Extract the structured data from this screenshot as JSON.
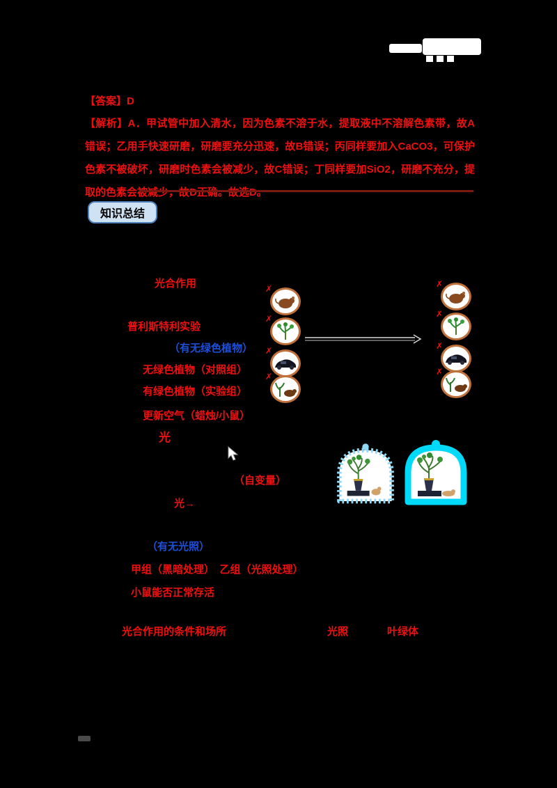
{
  "colors": {
    "background": "#000000",
    "accent_red": "#ec1010",
    "accent_blue": "#1d50d8",
    "underline_maroon": "#7b180f",
    "circle_border": "#c0703a",
    "jar_solid_cyan": "#00d9f7",
    "jar_dashed_blue": "#8fd9f5",
    "button_bg": "#cfe2f3",
    "button_border": "#4f81bd"
  },
  "answer": {
    "label": "【答案】D"
  },
  "analysis": {
    "text": "【解析】A．甲试管中加入清水，因为色素不溶于水，提取液中不溶解色素带，故A错误；乙用手快速研磨，研磨要充分迅速，故B错误；丙同样要加入CaCO3，可保护色素不被破坏，研磨时色素会被减少，故C错误；丁同样要加SiO2，研磨不充分，提取的色素会被减少，故D正确。故选D。"
  },
  "summary_button": {
    "label": "知识总结"
  },
  "diagram": {
    "title": "光合作用",
    "experiment1": {
      "name": "普利斯特利实验",
      "variable": "（有无绿色植物）",
      "control": "无绿色植物（对照组）",
      "experimental": "有绿色植物（实验组）",
      "conclusion": "更新空气（蜡烛/小鼠）",
      "mark": "✗",
      "left_circles": [
        "mouse",
        "plant",
        "candle",
        "mouse-plant"
      ],
      "right_circles": [
        "mouse",
        "plant",
        "candle",
        "mouse-plant"
      ]
    },
    "experiment2": {
      "light": "光",
      "condition": "（自变量）",
      "light_arrow": "光→",
      "variable": "（有无光照）",
      "groups": "甲组（黑暗处理）　乙组（光照处理）",
      "observation": "小鼠能否正常存活",
      "conclusion": "光合作用的条件和场所",
      "blank1": "光照",
      "blank2": "叶绿体"
    }
  },
  "icons": {
    "mouse": "mouse-icon",
    "plant": "plant-icon",
    "candle": "candle-icon",
    "mouse_plant": "mouse-and-plant-icon",
    "cursor": "mouse-cursor-icon",
    "arrow": "right-arrow-icon",
    "bell_jar_dark": "bell-jar-dark-icon",
    "bell_jar_light": "bell-jar-light-icon"
  }
}
